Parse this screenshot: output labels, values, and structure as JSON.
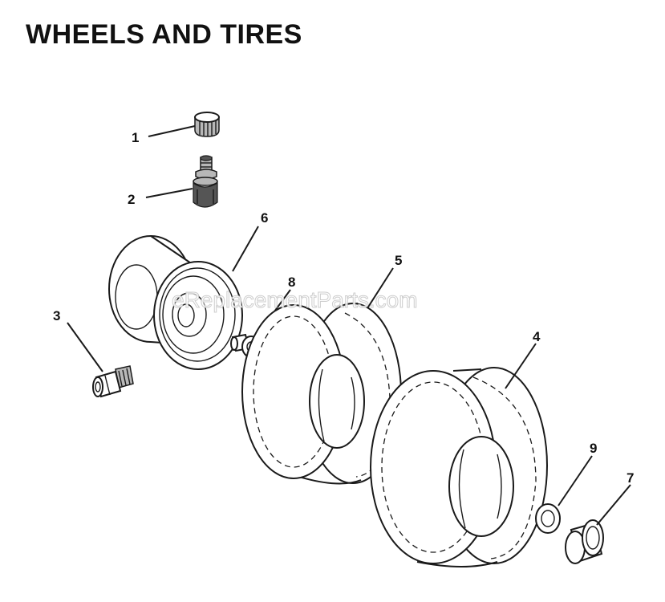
{
  "title": "WHEELS AND TIRES",
  "watermark": "eReplacementParts.com",
  "callouts": [
    {
      "id": "1",
      "label": "1",
      "part": "valve-cap-icon"
    },
    {
      "id": "2",
      "label": "2",
      "part": "valve-stem-icon"
    },
    {
      "id": "3",
      "label": "3",
      "part": "bolt-icon"
    },
    {
      "id": "4",
      "label": "4",
      "part": "rear-tire-icon"
    },
    {
      "id": "5",
      "label": "5",
      "part": "front-tire-icon"
    },
    {
      "id": "6",
      "label": "6",
      "part": "wheel-rim-icon"
    },
    {
      "id": "7",
      "label": "7",
      "part": "hub-cap-icon"
    },
    {
      "id": "8",
      "label": "8",
      "part": "bushing-icon"
    },
    {
      "id": "9",
      "label": "9",
      "part": "washer-icon"
    }
  ]
}
